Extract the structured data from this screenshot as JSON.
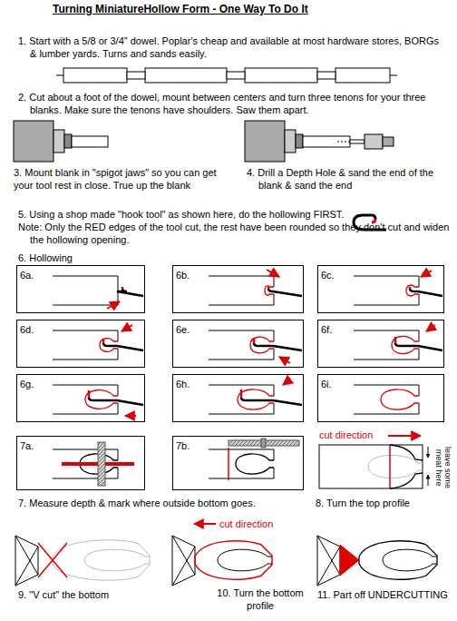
{
  "diagram": {
    "title": "Turning MiniatureHollow Form - One Way To Do It",
    "nodes": [
      {
        "text": [
          "6a."
        ]
      },
      {
        "text": [
          "6b."
        ]
      },
      {
        "text": [
          "6c."
        ]
      },
      {
        "text": [
          "6d."
        ]
      },
      {
        "text": [
          "6e."
        ]
      },
      {
        "text": [
          "6f."
        ]
      },
      {
        "text": [
          "6g."
        ]
      },
      {
        "text": [
          "6h."
        ]
      },
      {
        "text": [
          "6i."
        ]
      },
      {
        "text": [
          "7a."
        ]
      },
      {
        "text": [
          "7b."
        ]
      }
    ],
    "labels": [
      "1. Start with a 5/8 or 3/4\" dowel. Poplar's cheap and available at most hardware stores, BORGs & lumber yards. Turns and sands easily.",
      "2. Cut about a foot of the dowel, mount between centers and turn three tenons for your three blanks. Make sure the tenons have shoulders. Saw them apart.",
      "3. Mount blank in \"spigot jaws\" so you can get your tool rest in close. True up the blank",
      "4. Drill a Depth Hole & sand the end of the blank & sand the end",
      "5. Using a shop made \"hook tool\" as shown here, do the hollowing FIRST.",
      "Note: Only the RED edges of the tool cut, the rest have been rounded so they don't cut and widen the hollowing opening.",
      "6. Hollowing",
      "cut direction",
      "leave some meat here",
      "7. Measure depth & mark where outside bottom goes.",
      "8. Turn the top profile",
      "cut direction",
      "9. \"V cut\" the bottom",
      "10. Turn the bottom profile",
      "11. Part off UNDERCUTTING"
    ]
  }
}
